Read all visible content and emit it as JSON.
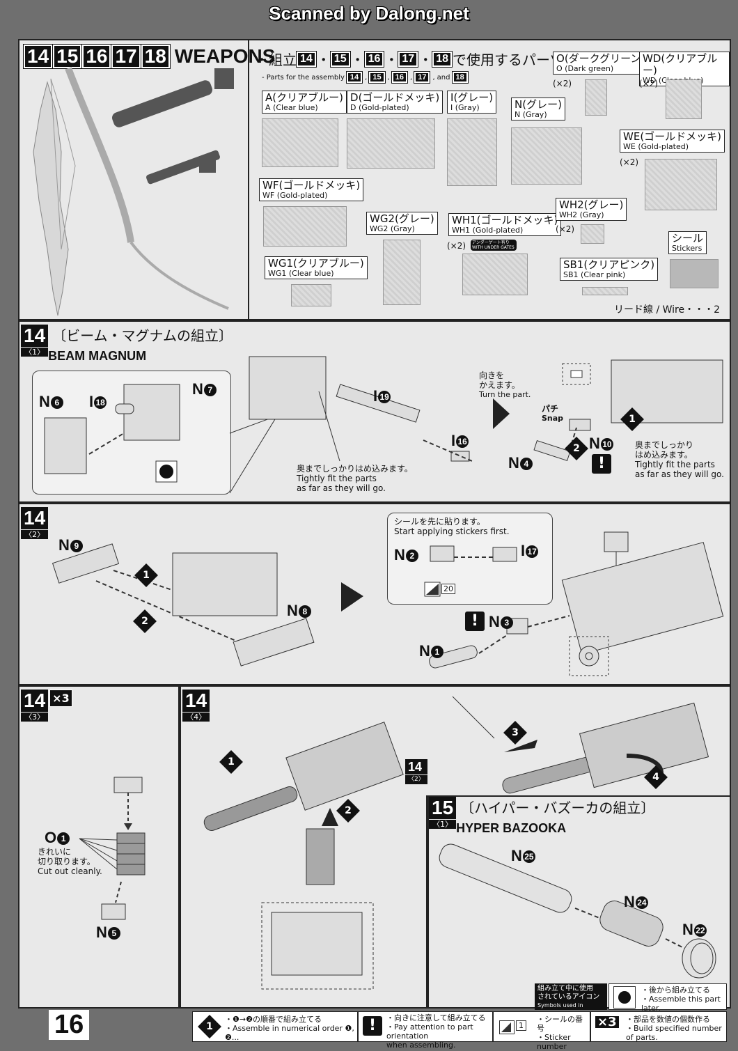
{
  "scan_title": "Scanned by Dalong.net",
  "header": {
    "step_numbers": [
      "14",
      "15",
      "16",
      "17",
      "18"
    ],
    "title": "WEAPONS",
    "parts_title_jp_pre": "・組立",
    "parts_title_jp_post": "で使用するパーツ",
    "parts_title_en": "- Parts for the assembly",
    "parts_title_en_and": "and"
  },
  "runners": [
    {
      "code": "A",
      "jp": "(クリアブルー)",
      "en": "A (Clear blue)",
      "mult": ""
    },
    {
      "code": "D",
      "jp": "(ゴールドメッキ)",
      "en": "D (Gold-plated)",
      "mult": ""
    },
    {
      "code": "I",
      "jp": "(グレー)",
      "en": "I (Gray)",
      "mult": ""
    },
    {
      "code": "N",
      "jp": "(グレー)",
      "en": "N (Gray)",
      "mult": ""
    },
    {
      "code": "O",
      "jp": "(ダークグリーン)",
      "en": "O (Dark green)",
      "mult": "(×2)"
    },
    {
      "code": "WD",
      "jp": "(クリアブルー)",
      "en": "WD (Clear blue)",
      "mult": "(×2)"
    },
    {
      "code": "WE",
      "jp": "(ゴールドメッキ)",
      "en": "WE (Gold-plated)",
      "mult": "(×2)"
    },
    {
      "code": "WF",
      "jp": "(ゴールドメッキ)",
      "en": "WF (Gold-plated)",
      "mult": ""
    },
    {
      "code": "WG2",
      "jp": "(グレー)",
      "en": "WG2 (Gray)",
      "mult": ""
    },
    {
      "code": "WH1",
      "jp": "(ゴールドメッキ)",
      "en": "WH1 (Gold-plated)",
      "mult": "(×2)"
    },
    {
      "code": "WH2",
      "jp": "(グレー)",
      "en": "WH2 (Gray)",
      "mult": "(×2)"
    },
    {
      "code": "WG1",
      "jp": "(クリアブルー)",
      "en": "WG1 (Clear blue)",
      "mult": ""
    },
    {
      "code": "SB1",
      "jp": "(クリアピンク)",
      "en": "SB1 (Clear pink)",
      "mult": ""
    }
  ],
  "under_gates": "アンダーゲート有り WITH UNDER GATES",
  "stickers": {
    "jp": "シール",
    "en": "Stickers"
  },
  "wire": "リード線 / Wire・・・2",
  "step14_1": {
    "num": "14",
    "sub": "〈1〉",
    "jp": "〔ビーム・マグナムの組立〕",
    "en": "BEAM MAGNUM",
    "parts": {
      "n6": "N",
      "n6c": "6",
      "i18": "I",
      "i18c": "18",
      "n7": "N",
      "n7c": "7",
      "i19": "I",
      "i19c": "19",
      "i16": "I",
      "i16c": "16",
      "n10": "N",
      "n10c": "10",
      "n4": "N",
      "n4c": "4"
    },
    "tight_jp": "奥までしっかりはめ込みます。",
    "tight_en1": "Tightly fit the parts",
    "tight_en2": "as far as they will go.",
    "turn_jp1": "向きを",
    "turn_jp2": "かえます。",
    "turn_en": "Turn the part.",
    "snap_jp": "パチ",
    "snap_en": "Snap",
    "tight2_jp1": "奥までしっかり",
    "tight2_jp2": "はめ込みます。",
    "tight2_en1": "Tightly fit the parts",
    "tight2_en2": "as far as they will go.",
    "step1": "1",
    "step2": "2"
  },
  "step14_2": {
    "num": "14",
    "sub": "〈2〉",
    "parts": {
      "n9": "N",
      "n9c": "9",
      "n8": "N",
      "n8c": "8",
      "n2": "N",
      "n2c": "2",
      "i17": "I",
      "i17c": "17",
      "n3": "N",
      "n3c": "3",
      "n1": "N",
      "n1c": "1"
    },
    "sticker_jp": "シールを先に貼ります。",
    "sticker_en": "Start applying stickers first.",
    "sticker_no": "20",
    "step1": "1",
    "step2": "2"
  },
  "step14_3": {
    "num": "14",
    "sub": "〈3〉",
    "times": "×3",
    "parts": {
      "o1": "O",
      "o1c": "1",
      "n5": "N",
      "n5c": "5"
    },
    "cut_jp1": "きれいに",
    "cut_jp2": "切り取ります。",
    "cut_en": "Cut out cleanly."
  },
  "step14_4": {
    "num": "14",
    "sub": "〈4〉",
    "ref_num": "14",
    "ref_sub": "〈2〉",
    "step1": "1",
    "step2": "2",
    "step3": "3",
    "step4": "4"
  },
  "step15_1": {
    "num": "15",
    "sub": "〈1〉",
    "jp": "〔ハイパー・バズーカの組立〕",
    "en": "HYPER BAZOOKA",
    "parts": {
      "n25": "N",
      "n25c": "25",
      "n24": "N",
      "n24c": "24",
      "n22": "N",
      "n22c": "22"
    }
  },
  "legend": {
    "symbols_jp1": "組み立て中に使用",
    "symbols_jp2": "されているアイコン",
    "symbols_en": "Symbols used in instructions",
    "later_jp": "・後から組み立てる",
    "later_en": "・Assemble this part later.",
    "order_jp": "・❶→❷の順番で組み立てる",
    "order_en": "・Assemble in numerical order ❶, ❷...",
    "orient_jp": "・向きに注意して組み立てる",
    "orient_en1": "・Pay attention to part orientation",
    "orient_en2": "when assembling.",
    "sticker_jp": "・シールの番号",
    "sticker_en": "・Sticker number",
    "sticker_n": "1",
    "build_jp": "・部品を数値の個数作る",
    "build_en": "・Build specified number of parts.",
    "build_x": "×3",
    "icon_1": "1"
  },
  "page_number": "16"
}
